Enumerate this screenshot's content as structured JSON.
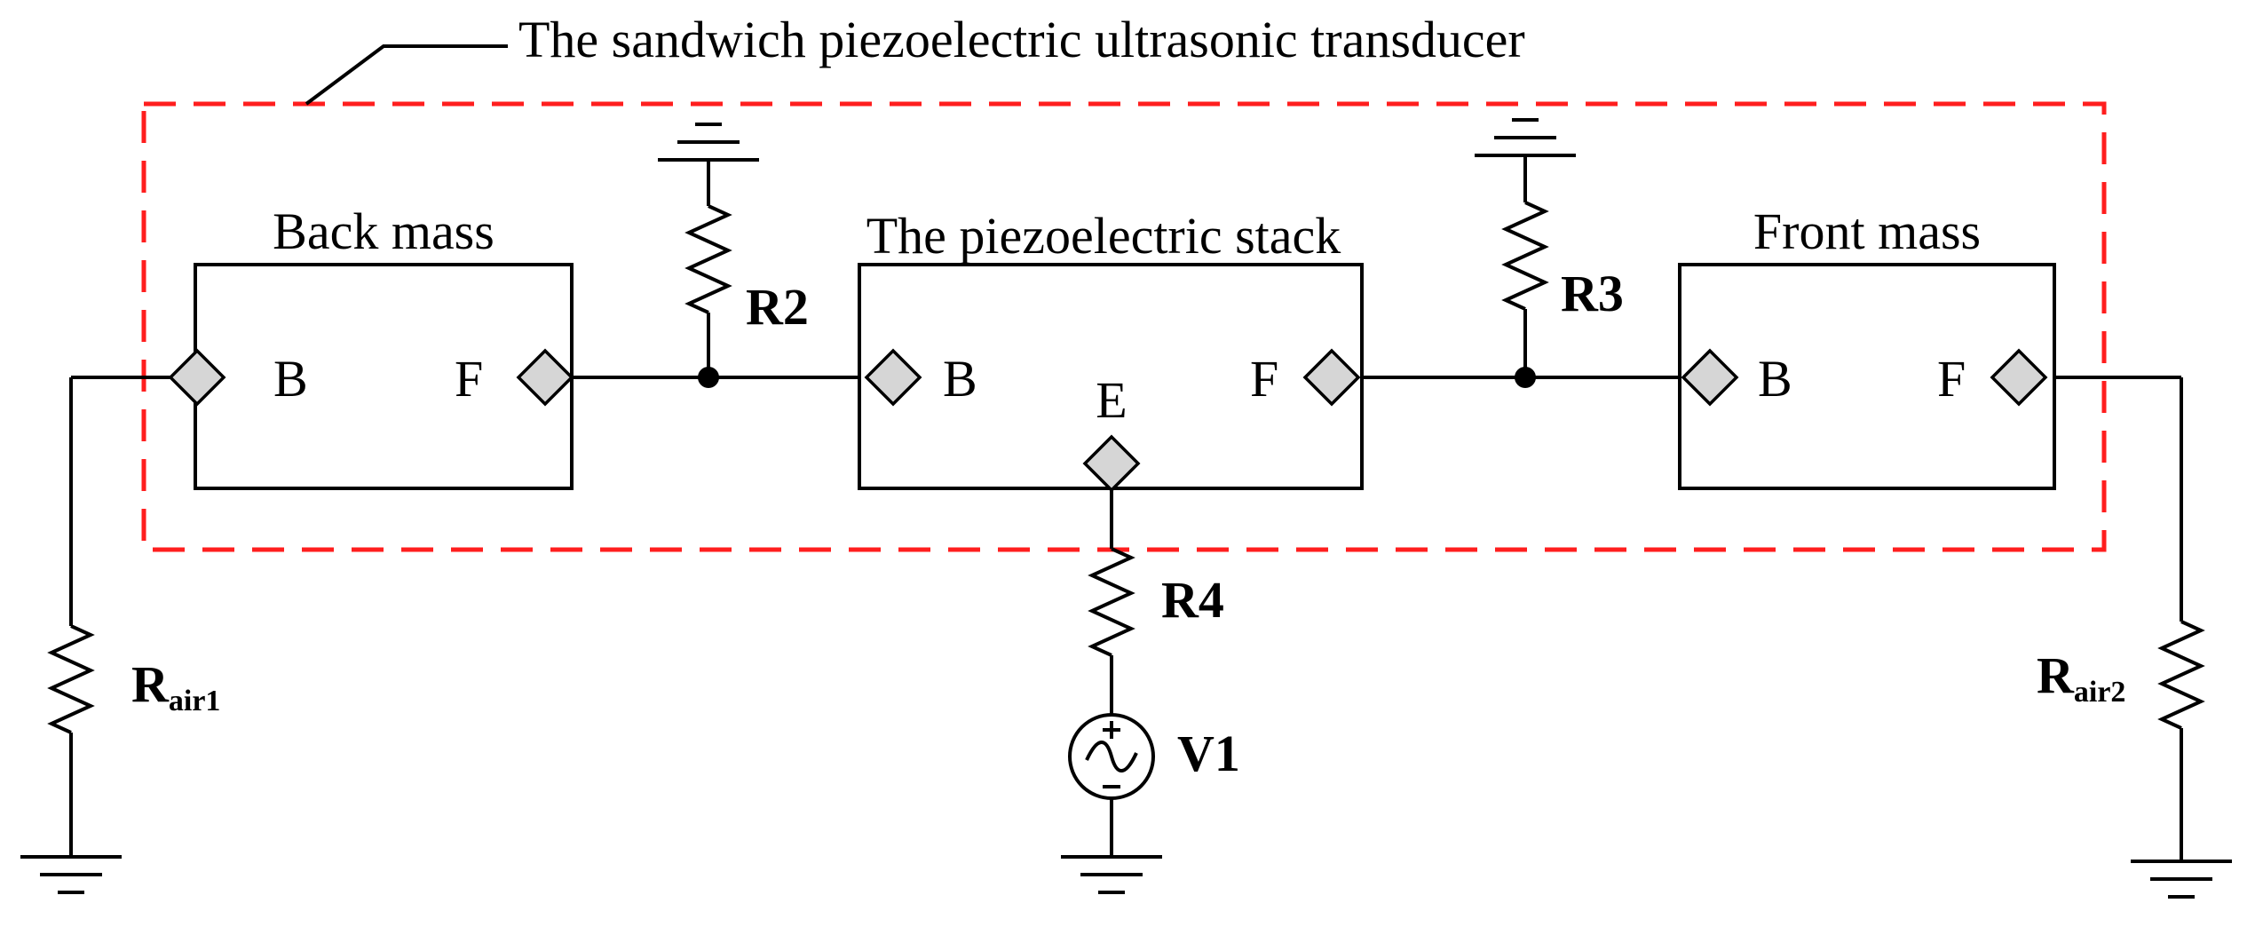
{
  "title": "The sandwich piezoelectric ultrasonic transducer",
  "blocks": {
    "back_mass": {
      "label": "Back mass",
      "port_b": "B",
      "port_f": "F"
    },
    "piezo_stack": {
      "label": "The piezoelectric stack",
      "port_b": "B",
      "port_e": "E",
      "port_f": "F"
    },
    "front_mass": {
      "label": "Front mass",
      "port_b": "B",
      "port_f": "F"
    }
  },
  "components": {
    "r2": "R2",
    "r3": "R3",
    "r4": "R4",
    "v1": "V1",
    "rair1": {
      "main": "R",
      "sub": "air1"
    },
    "rair2": {
      "main": "R",
      "sub": "air2"
    }
  },
  "colors": {
    "boundary": "#ff1e1e",
    "port_fill": "#d6d6d6",
    "wire": "#000000"
  }
}
